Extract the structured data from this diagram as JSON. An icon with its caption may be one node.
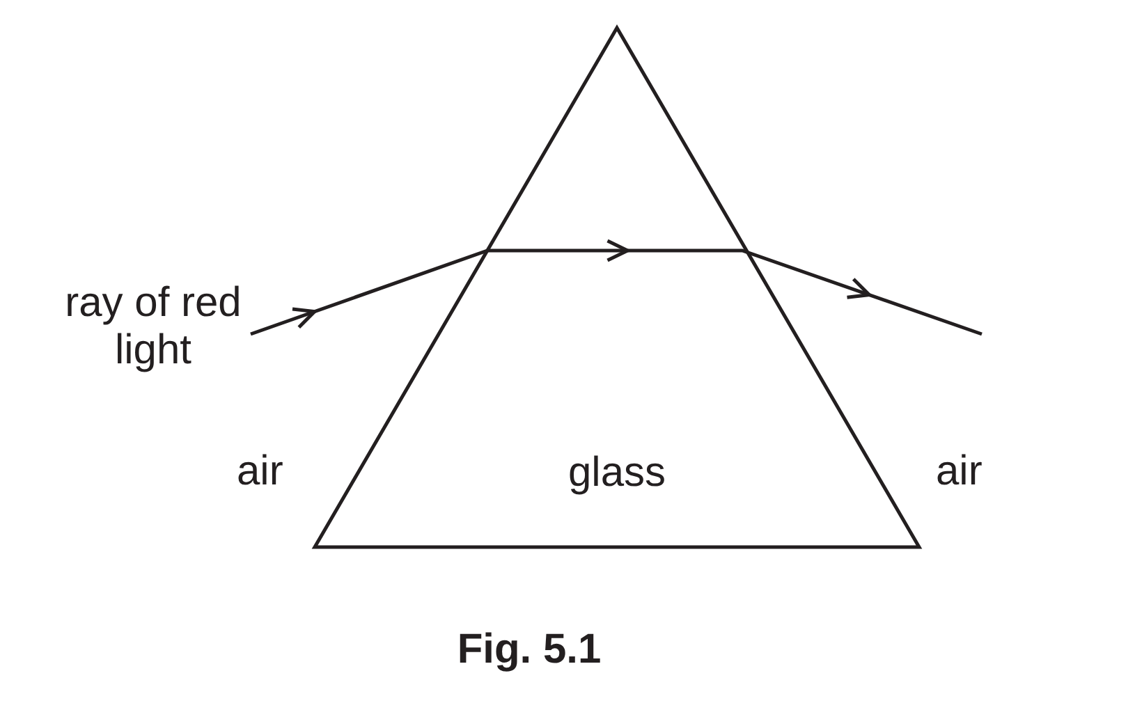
{
  "diagram": {
    "caption": "Fig. 5.1",
    "nodes": [
      {
        "text": [
          "glass"
        ]
      }
    ],
    "labels": [
      "ray of red light",
      "air",
      "air"
    ]
  }
}
